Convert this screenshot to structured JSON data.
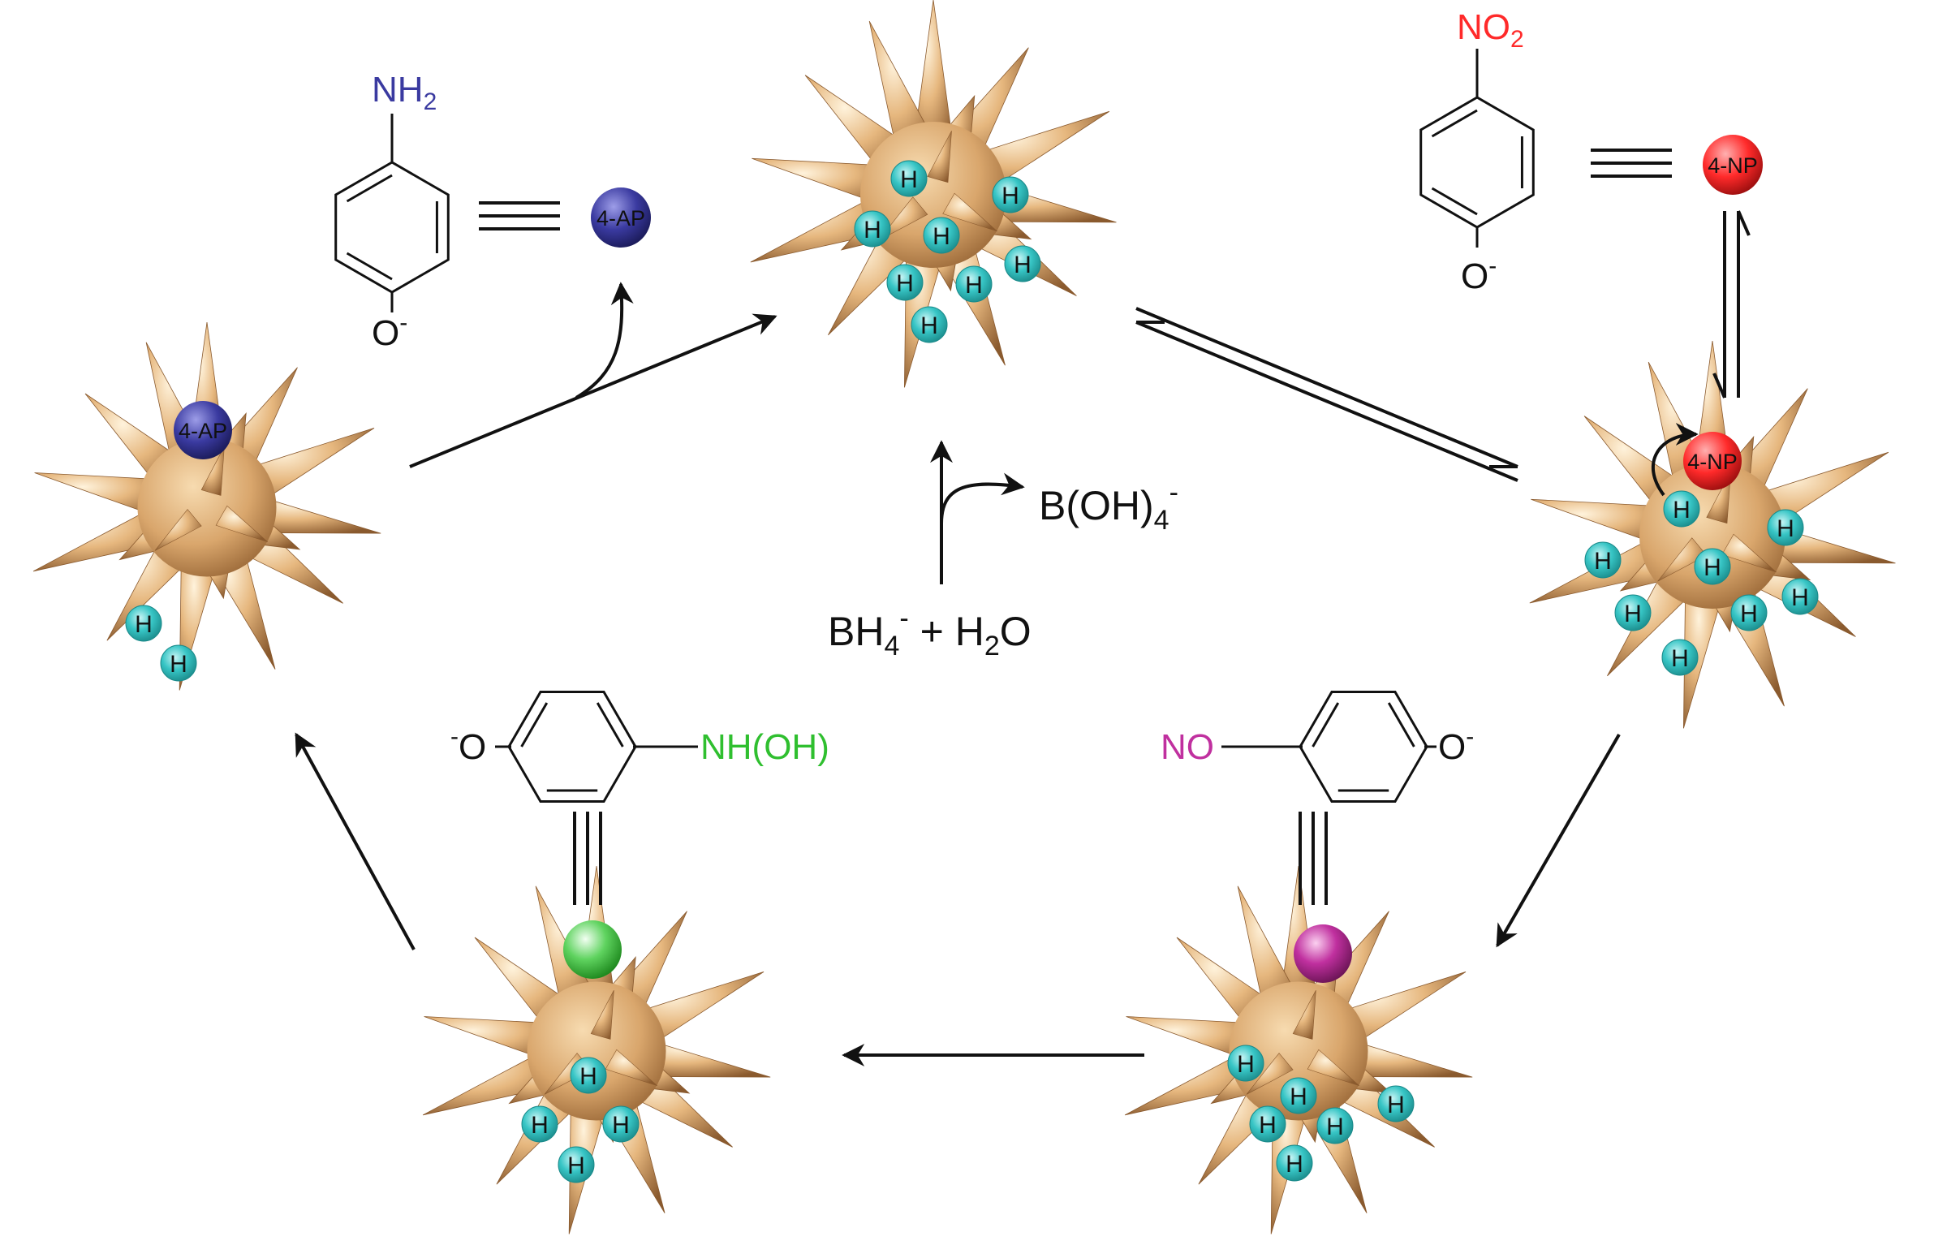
{
  "colors": {
    "amine": "#3a3aa0",
    "nitro": "#ff2a2a",
    "hydroxylamine": "#2fbf2f",
    "nitroso": "#c0309f",
    "hydrogen": "#37c5c5",
    "spike": "#e1b079"
  },
  "structures": {
    "aminophenol": {
      "substituent": "NH",
      "sub_index": "2",
      "oxygen": "O",
      "charge": "-",
      "equiv_label": "4-AP"
    },
    "nitrophenol": {
      "substituent": "NO",
      "sub_index": "2",
      "oxygen": "O",
      "charge": "-",
      "equiv_label": "4-NP"
    },
    "hydroxylamine": {
      "charge": "-",
      "oxygen": "O",
      "substituent": "NH(OH)"
    },
    "nitroso": {
      "substituent": "NO",
      "oxygen": "O",
      "charge": "-"
    }
  },
  "hydrogen_label": "H",
  "center": {
    "product": {
      "base": "B(OH)",
      "sub": "4",
      "charge": "-"
    },
    "reactant": {
      "bh": "BH",
      "bh_sub": "4",
      "bh_charge": "-",
      "plus": " + ",
      "h": "H",
      "h_sub": "2",
      "o": "O"
    }
  },
  "particles": [
    {
      "name": "top",
      "h_count": 8
    },
    {
      "name": "left",
      "h_count": 2,
      "adsorbate": "4-AP"
    },
    {
      "name": "right",
      "h_count": 8,
      "adsorbate": "4-NP"
    },
    {
      "name": "bottom-left",
      "h_count": 4,
      "adsorbate": "hydroxylamine"
    },
    {
      "name": "bottom-right",
      "h_count": 6,
      "adsorbate": "nitroso"
    }
  ]
}
